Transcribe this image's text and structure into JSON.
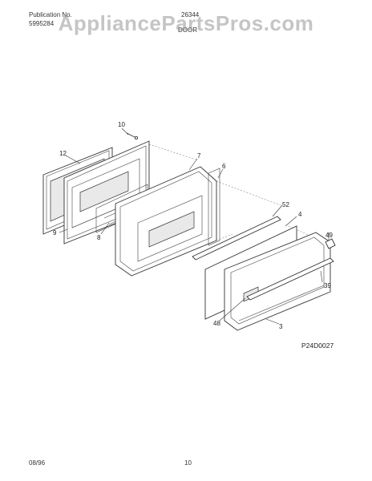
{
  "header": {
    "publication_label": "Publication No.",
    "publication_number": "5995284",
    "model": "26344",
    "section": "DOOR"
  },
  "watermark": "AppliancePartsPros.com",
  "diagram": {
    "figure_code": "P24D0027",
    "callouts": [
      "10",
      "12",
      "7",
      "6",
      "9",
      "8",
      "52",
      "4",
      "49",
      "39",
      "48",
      "3"
    ]
  },
  "footer": {
    "date": "08/96",
    "page": "10"
  }
}
